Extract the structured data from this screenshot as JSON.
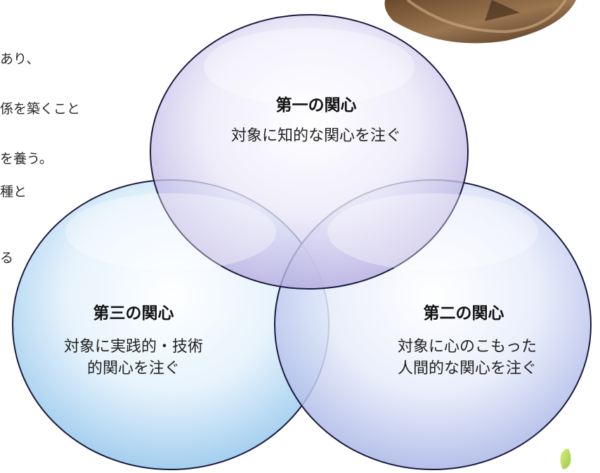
{
  "left_text": [
    "あり、",
    "係を築くこと",
    "を養う。",
    "種と",
    "る"
  ],
  "circles": {
    "first": {
      "title": "第一の関心",
      "desc_lines": [
        "対象に知的な関心を注ぐ"
      ]
    },
    "second": {
      "title": "第二の関心",
      "desc_lines": [
        "対象に心のこもった",
        "人間的な関心を注ぐ"
      ]
    },
    "third": {
      "title": "第三の関心",
      "desc_lines": [
        "対象に実践的・技術",
        "的関心を注ぐ"
      ]
    }
  },
  "colors": {
    "circle_first": "#c9c3ec",
    "circle_second": "#c1cbef",
    "circle_third": "#b7dbf6",
    "outline": "#1a1a40"
  },
  "icons": [
    "decorative-image",
    "leaf-icon"
  ]
}
